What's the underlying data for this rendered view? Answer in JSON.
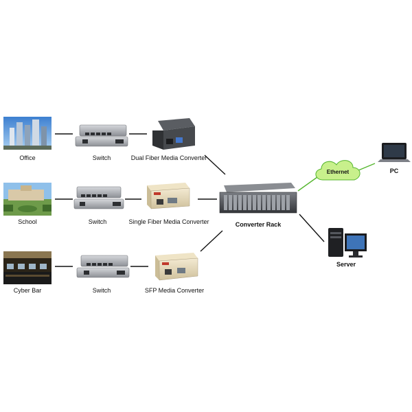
{
  "diagram": {
    "sites": [
      {
        "label": "Office"
      },
      {
        "label": "School"
      },
      {
        "label": "Cyber Bar"
      }
    ],
    "switches": [
      {
        "label": "Switch"
      },
      {
        "label": "Switch"
      },
      {
        "label": "Switch"
      }
    ],
    "converters": [
      {
        "label": "Dual Fiber Media Converter"
      },
      {
        "label": "Single Fiber Media Converter"
      },
      {
        "label": "SFP Media Converter"
      }
    ],
    "rack": {
      "label": "Converter Rack"
    },
    "ethernet": {
      "label": "Ethernet"
    },
    "pc": {
      "label": "PC"
    },
    "server": {
      "label": "Server"
    }
  },
  "colors": {
    "line": "#111111",
    "ethernet_line": "#55b62e",
    "cloud_fill": "#c8f08c",
    "device_grey": "#a8abb0",
    "converter_beige": "#e8dcbc",
    "rack_dark": "#4a4d52"
  }
}
